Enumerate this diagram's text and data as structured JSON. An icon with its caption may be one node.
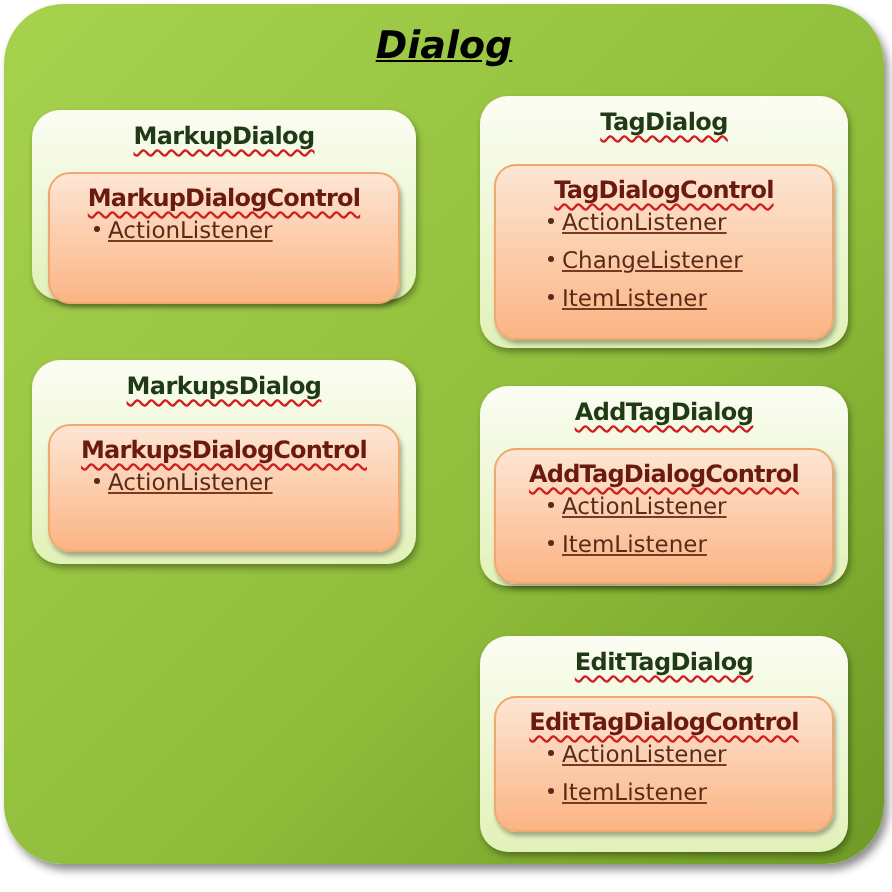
{
  "diagram": {
    "nodes": [
      {
        "text": [
          "Dialog"
        ]
      },
      {
        "text": [
          "MarkupDialog"
        ],
        "in": 0
      },
      {
        "text": [
          "MarkupDialogControl",
          "ActionListener"
        ],
        "in": 1
      },
      {
        "text": [
          "TagDialog"
        ],
        "in": 0
      },
      {
        "text": [
          "TagDialogControl",
          "ActionListener",
          "ChangeListener",
          "ItemListener"
        ],
        "in": 3
      },
      {
        "text": [
          "MarkupsDialog"
        ],
        "in": 0
      },
      {
        "text": [
          "MarkupsDialogControl",
          "ActionListener"
        ],
        "in": 5
      },
      {
        "text": [
          "AddTagDialog"
        ],
        "in": 0
      },
      {
        "text": [
          "AddTagDialogControl",
          "ActionListener",
          "ItemListener"
        ],
        "in": 7
      },
      {
        "text": [
          "EditTagDialog"
        ],
        "in": 0
      },
      {
        "text": [
          "EditTagDialogControl",
          "ActionListener",
          "ItemListener"
        ],
        "in": 9
      }
    ],
    "edges": []
  }
}
